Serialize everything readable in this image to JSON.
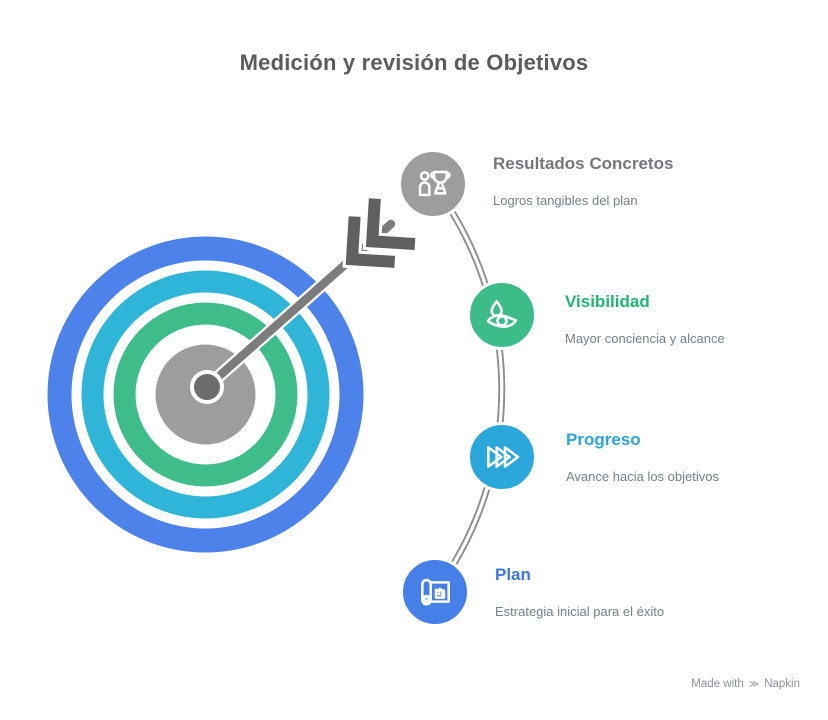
{
  "page": {
    "title": "Medición y revisión de Objetivos",
    "title_color": "#595b5d",
    "background": "#ffffff"
  },
  "target": {
    "rings": {
      "outer": "#4d82ea",
      "middle": "#2eb5d8",
      "inner": "#3ebd8b",
      "bullseye": "#9d9d9d"
    },
    "arrow": {
      "shaft": "#7c7c7c",
      "fletching": "#606060",
      "pin": "#6d6d6d"
    }
  },
  "timeline": {
    "connector_color": "#8e8e8e",
    "subtitle_color": "#73818a",
    "items": [
      {
        "title": "Resultados Concretos",
        "subtitle": "Logros tangibles del plan",
        "icon": "trophy-person-icon",
        "circle_color": "#9d9d9d",
        "title_color": "#73777a"
      },
      {
        "title": "Visibilidad",
        "subtitle": "Mayor conciencia y alcance",
        "icon": "droplet-eye-icon",
        "circle_color": "#3cbc88",
        "title_color": "#1fb573"
      },
      {
        "title": "Progreso",
        "subtitle": "Avance hacia los objetivos",
        "icon": "fast-forward-icon",
        "circle_color": "#2ba7dc",
        "title_color": "#29a5dc"
      },
      {
        "title": "Plan",
        "subtitle": "Estrategia inicial para el éxito",
        "icon": "blueprint-icon",
        "circle_color": "#477fe9",
        "title_color": "#3c77e5"
      }
    ]
  },
  "watermark": {
    "prefix": "Made with",
    "brand": "Napkin",
    "color": "#8b919a"
  }
}
